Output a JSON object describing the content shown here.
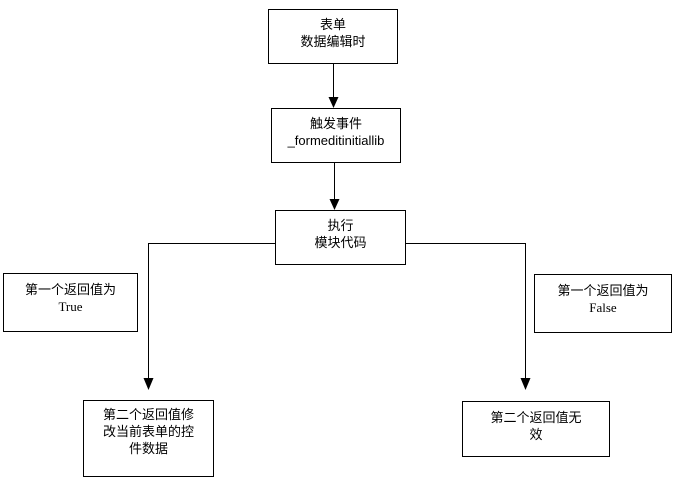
{
  "colors": {
    "background": "#ffffff",
    "border": "#000000",
    "text": "#000000"
  },
  "nodes": {
    "form_edit": {
      "lines": [
        "表单",
        "数据编辑时"
      ]
    },
    "trigger_event": {
      "lines": [
        "触发事件",
        "_formeditinitiallib"
      ]
    },
    "execute_module": {
      "lines": [
        "执行",
        "模块代码"
      ]
    },
    "branch_true": {
      "lines": [
        "第一个返回值为",
        "True"
      ]
    },
    "branch_false": {
      "lines": [
        "第一个返回值为",
        "False"
      ]
    },
    "result_modify": {
      "lines": [
        "第二个返回值修",
        "改当前表单的控",
        "件数据"
      ]
    },
    "result_invalid": {
      "lines": [
        "第二个返回值无",
        "效"
      ]
    }
  },
  "edges": [
    {
      "from": "form_edit",
      "to": "trigger_event"
    },
    {
      "from": "trigger_event",
      "to": "execute_module"
    },
    {
      "from": "execute_module",
      "to": "result_modify",
      "condition": "branch_true"
    },
    {
      "from": "execute_module",
      "to": "result_invalid",
      "condition": "branch_false"
    }
  ]
}
